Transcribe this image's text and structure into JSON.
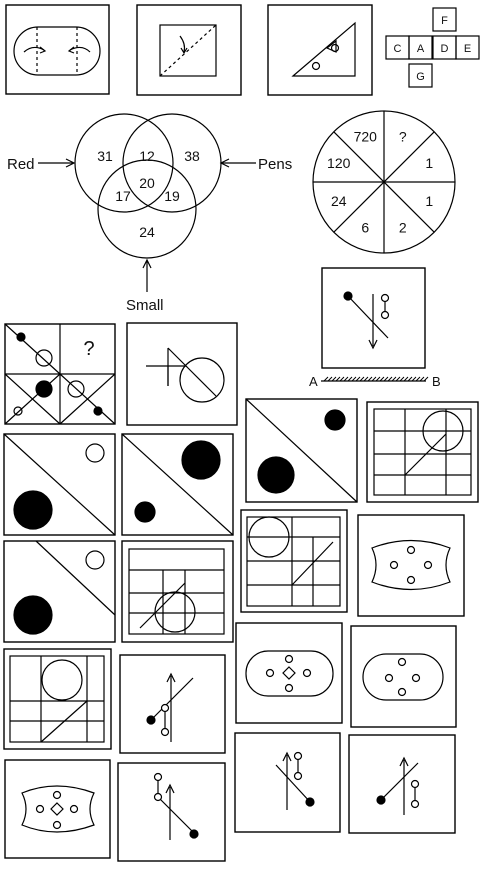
{
  "folding_puzzles": [
    "",
    "",
    ""
  ],
  "cube_net": {
    "letters": [
      "F",
      "C",
      "A",
      "D",
      "E",
      "G"
    ]
  },
  "venn": {
    "labels": {
      "red": "Red",
      "pens": "Pens",
      "small": "Small"
    },
    "regions": {
      "red_only": "31",
      "red_pens": "12",
      "pens_only": "38",
      "center": "20",
      "red_small": "17",
      "pens_small": "19",
      "small_only": "24"
    }
  },
  "wheel": {
    "segments": [
      "?",
      "1",
      "1",
      "2",
      "6",
      "24",
      "120",
      "720"
    ]
  },
  "matrix": {
    "question": "?"
  },
  "pendulum": {
    "label_a": "A",
    "label_b": "B"
  }
}
